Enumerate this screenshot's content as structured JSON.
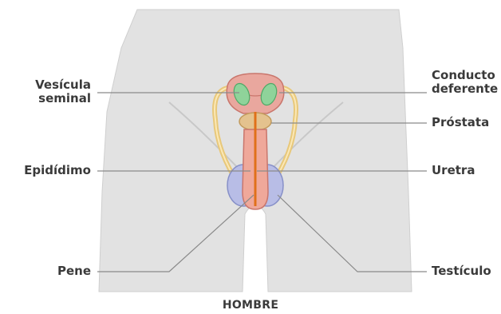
{
  "diagram": {
    "caption": "HOMBRE",
    "labels": {
      "vesicula_seminal_line1": "Vesícula",
      "vesicula_seminal_line2": "seminal",
      "epididimo": "Epidídimo",
      "pene": "Pene",
      "conducto_deferente_line1": "Conducto",
      "conducto_deferente_line2": "deferente",
      "prostata": "Próstata",
      "uretra": "Uretra",
      "testiculo": "Testículo"
    }
  }
}
